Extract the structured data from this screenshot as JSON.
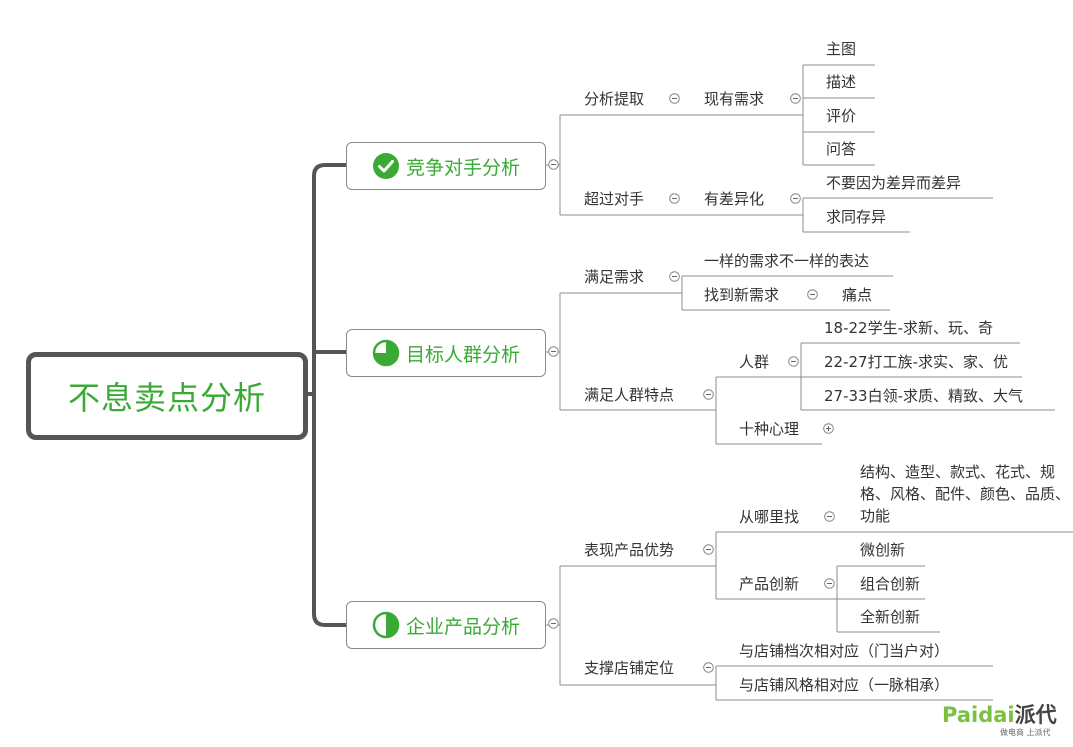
{
  "mindmap": {
    "root": "不息卖点分析",
    "branches": [
      {
        "label": "竞争对手分析",
        "icon": "check-circle-icon",
        "children": [
          {
            "label": "分析提取",
            "children": [
              {
                "label": "现有需求",
                "children": [
                  "主图",
                  "描述",
                  "评价",
                  "问答"
                ]
              }
            ]
          },
          {
            "label": "超过对手",
            "children": [
              {
                "label": "有差异化",
                "children": [
                  "不要因为差异而差异",
                  "求同存异"
                ]
              }
            ]
          }
        ]
      },
      {
        "label": "目标人群分析",
        "icon": "pie-three-quarter-icon",
        "children": [
          {
            "label": "满足需求",
            "children": [
              "一样的需求不一样的表达",
              {
                "label": "找到新需求",
                "children": [
                  "痛点"
                ]
              }
            ]
          },
          {
            "label": "满足人群特点",
            "children": [
              {
                "label": "人群",
                "children": [
                  "18-22学生-求新、玩、奇",
                  "22-27打工族-求实、家、优",
                  "27-33白领-求质、精致、大气"
                ]
              },
              {
                "label": "十种心理",
                "collapsed": true
              }
            ]
          }
        ]
      },
      {
        "label": "企业产品分析",
        "icon": "half-circle-icon",
        "children": [
          {
            "label": "表现产品优势",
            "children": [
              {
                "label": "从哪里找",
                "children": [
                  "结构、造型、款式、花式、规格、风格、配件、颜色、品质、功能"
                ]
              },
              {
                "label": "产品创新",
                "children": [
                  "微创新",
                  "组合创新",
                  "全新创新"
                ]
              }
            ]
          },
          {
            "label": "支撑店铺定位",
            "children": [
              "与店铺档次相对应（门当户对）",
              "与店铺风格相对应（一脉相承）"
            ]
          }
        ]
      }
    ]
  },
  "watermark": {
    "brand": "Paidai",
    "brand_cn": "派代",
    "slogan": "做电商 上派代"
  },
  "colors": {
    "accent": "#3aaa35",
    "root_border": "#555555",
    "trunk": "#555555",
    "line": "#8c8c8c",
    "text": "#333333"
  }
}
